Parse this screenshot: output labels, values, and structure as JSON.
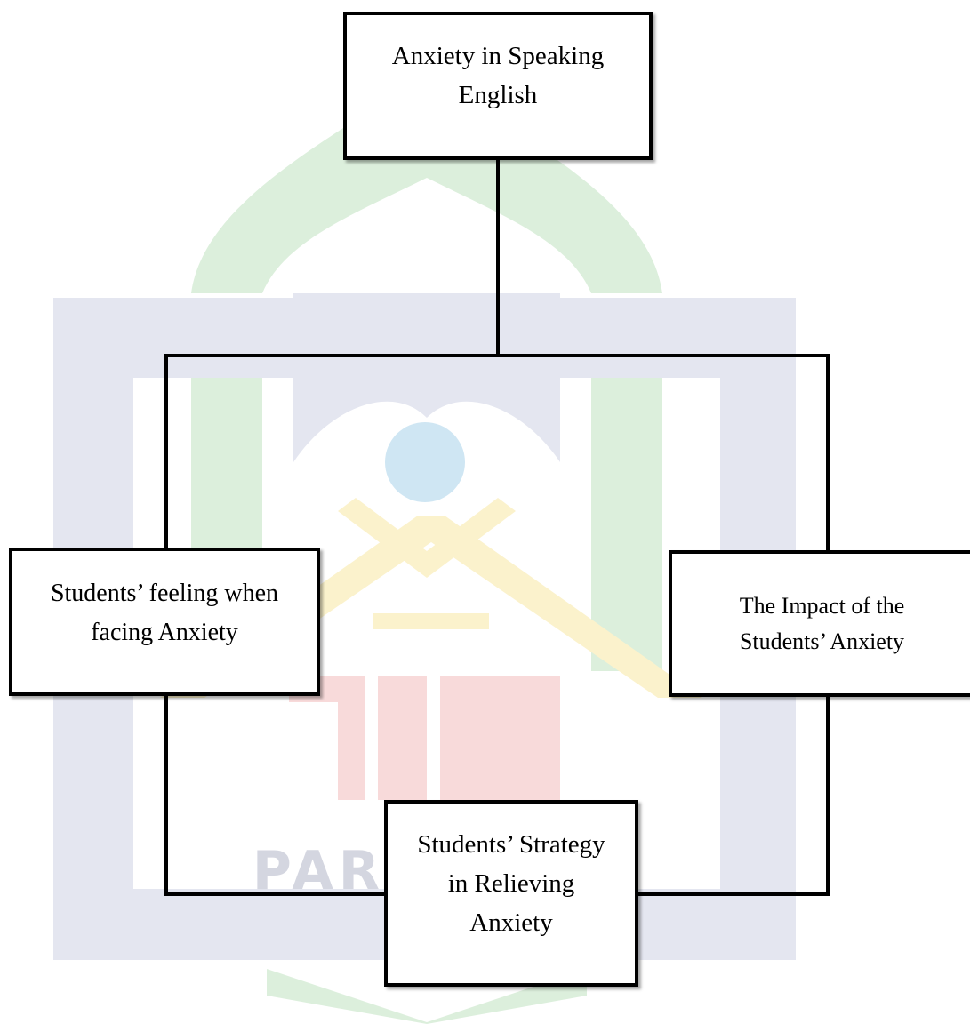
{
  "diagram": {
    "root": {
      "label": "Anxiety in Speaking\nEnglish"
    },
    "children": [
      {
        "id": "left",
        "label": "Students’ feeling when\nfacing Anxiety"
      },
      {
        "id": "right",
        "label": "The Impact of the\nStudents’ Anxiety"
      },
      {
        "id": "bottom",
        "label": "Students’ Strategy\nin Relieving\nAnxiety"
      }
    ]
  },
  "watermark": {
    "text": "PAREPARE",
    "colors": {
      "green": "#dcefdc",
      "blue": "#e4e6f0",
      "yellow": "#fbf2cc",
      "red": "#f8dada",
      "globe": "#cfe6f3"
    }
  }
}
